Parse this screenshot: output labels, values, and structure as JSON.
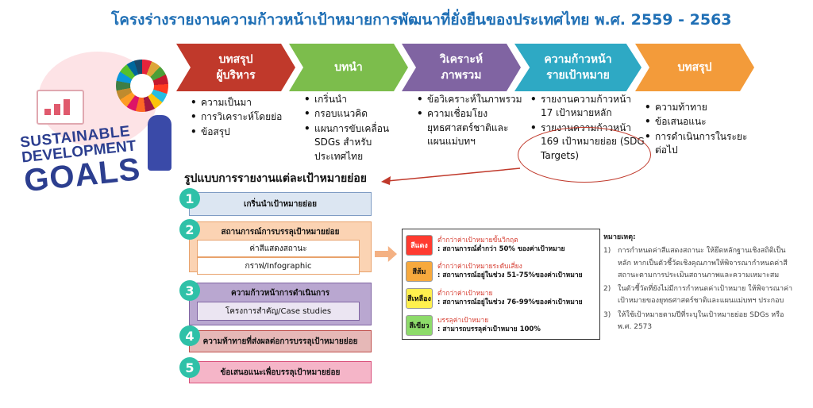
{
  "title": "โครงร่างรายงานความก้าวหน้าเป้าหมายการพัฒนาที่ยั่งยืนของประเทศไทย พ.ศ. 2559 - 2563",
  "logo": {
    "line1": "SUSTAINABLE",
    "line2": "DEVELOPMENT",
    "line3": "GOALS"
  },
  "chevrons": [
    {
      "line1": "บทสรุป",
      "line2": "ผู้บริหาร",
      "color": "#c0392b"
    },
    {
      "line1": "บทนำ",
      "line2": "",
      "color": "#7cbd4c"
    },
    {
      "line1": "วิเคราะห์",
      "line2": "ภาพรวม",
      "color": "#8064a2"
    },
    {
      "line1": "ความก้าวหน้า",
      "line2": "รายเป้าหมาย",
      "color": "#2ea9c4"
    },
    {
      "line1": "บทสรุป",
      "line2": "",
      "color": "#f39b3a"
    }
  ],
  "bullets": [
    [
      "ความเป็นมา",
      "การวิเคราะห์โดยย่อ",
      "ข้อสรุป"
    ],
    [
      "เกริ่นนำ",
      "กรอบแนวคิด",
      "แผนการขับเคลื่อน SDGs สำหรับประเทศไทย"
    ],
    [
      "ข้อวิเคราะห์ในภาพรวม",
      "ความเชื่อมโยง ยุทธศาสตร์ชาติและแผนแม่บทฯ"
    ],
    [
      "รายงานความก้าวหน้า 17 เป้าหมายหลัก",
      "รายงานความก้าวหน้า 169 เป้าหมายย่อย (SDG Targets)"
    ],
    [
      "ความท้าทาย",
      "ข้อเสนอแนะ",
      "การดำเนินการในระยะต่อไป"
    ]
  ],
  "section_heading": "รูปแบบการรายงานแต่ละเป้าหมายย่อย",
  "steps": [
    {
      "num": "1",
      "label": "เกริ่นนำเป้าหมายย่อย",
      "subs": []
    },
    {
      "num": "2",
      "label": "สถานการณ์การบรรลุเป้าหมายย่อย",
      "subs": [
        "ค่าสีแสดงสถานะ",
        "กราฟ/Infographic"
      ]
    },
    {
      "num": "3",
      "label": "ความก้าวหน้าการดำเนินการ",
      "subs": [
        "โครงการสำคัญ/Case studies"
      ]
    },
    {
      "num": "4",
      "label": "ความท้าทายที่ส่งผลต่อการบรรลุเป้าหมายย่อย",
      "subs": []
    },
    {
      "num": "5",
      "label": "ข้อเสนอแนะเพื่อบรรลุเป้าหมายย่อย",
      "subs": []
    }
  ],
  "legend": [
    {
      "swatch": "สีแดง",
      "color": "#ff3b30",
      "label": "ต่ำกว่าค่าเป้าหมายขั้นวิกฤต",
      "desc": ": สถานการณ์ต่ำกว่า 50% ของค่าเป้าหมาย"
    },
    {
      "swatch": "สีส้ม",
      "color": "#f7a93d",
      "label": "ต่ำกว่าค่าเป้าหมายระดับเสี่ยง",
      "desc": ": สถานการณ์อยู่ในช่วง 51-75%ของค่าเป้าหมาย"
    },
    {
      "swatch": "สีเหลือง",
      "color": "#fff04d",
      "label": "ต่ำกว่าค่าเป้าหมาย",
      "desc": ": สถานการณ์อยู่ในช่วง 76-99%ของค่าเป้าหมาย"
    },
    {
      "swatch": "สีเขียว",
      "color": "#8ddb6a",
      "label": "บรรลุค่าเป้าหมาย",
      "desc": ": สามารถบรรลุค่าเป้าหมาย 100%"
    }
  ],
  "notes": {
    "title": "หมายเหตุ:",
    "items": [
      {
        "n": "1)",
        "text": "การกำหนดค่าสีแสดงสถานะ ให้ยึดหลักฐานเชิงสถิติเป็นหลัก หากเป็นตัวชี้วัดเชิงคุณภาพให้พิจารณากำหนดค่าสีสถานะตามการประเมินสถานภาพและความเหมาะสม"
      },
      {
        "n": "2)",
        "text": "ในตัวชี้วัดที่ยังไม่มีการกำหนดค่าเป้าหมาย ให้พิจารณาค่าเป้าหมายของยุทธศาสตร์ชาติและแผนแม่บทฯ ประกอบ"
      },
      {
        "n": "3)",
        "text": "ให้ใช้เป้าหมายตามปีที่ระบุในเป้าหมายย่อย SDGs หรือพ.ศ. 2573"
      }
    ]
  }
}
